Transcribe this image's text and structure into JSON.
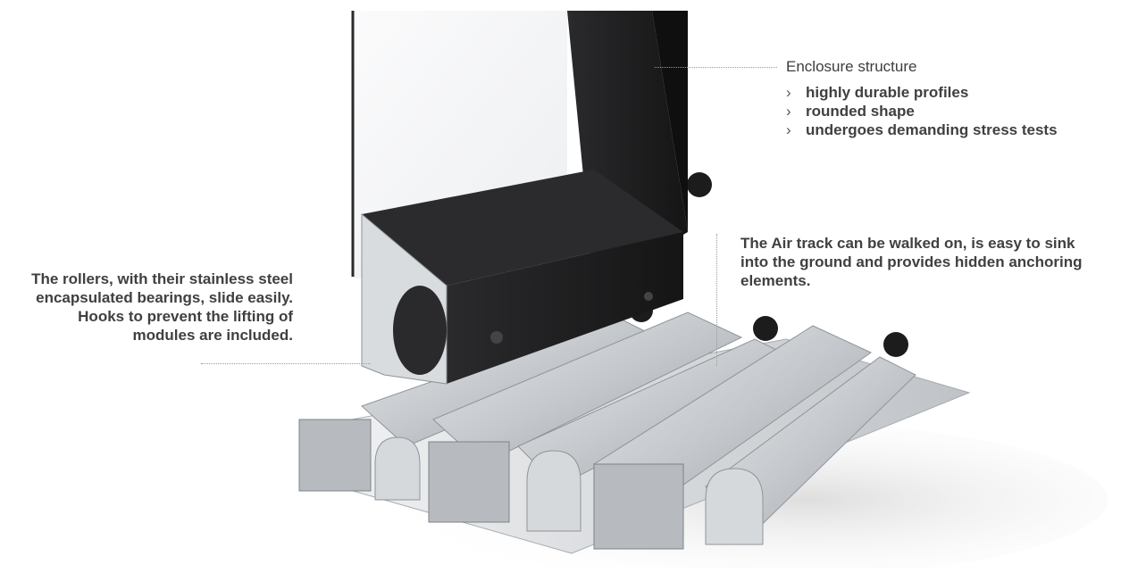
{
  "callouts": {
    "enclosure": {
      "title": "Enclosure structure",
      "bullets": [
        "highly durable profiles",
        "rounded shape",
        "undergoes demanding stress tests"
      ]
    },
    "air_track": {
      "text": "The Air track can be walked on, is easy to sink into the ground and provides hidden anchoring elements."
    },
    "rollers": {
      "text": "The rollers, with their stainless steel encapsulated bearings, slide easily. Hooks to prevent the lifting of modules are included."
    }
  },
  "colors": {
    "frame": "#1f1f21",
    "aluminium": "#c9cccf",
    "aluminium_dark": "#8f9499",
    "text": "#404040",
    "leader": "#9a9a9a"
  }
}
